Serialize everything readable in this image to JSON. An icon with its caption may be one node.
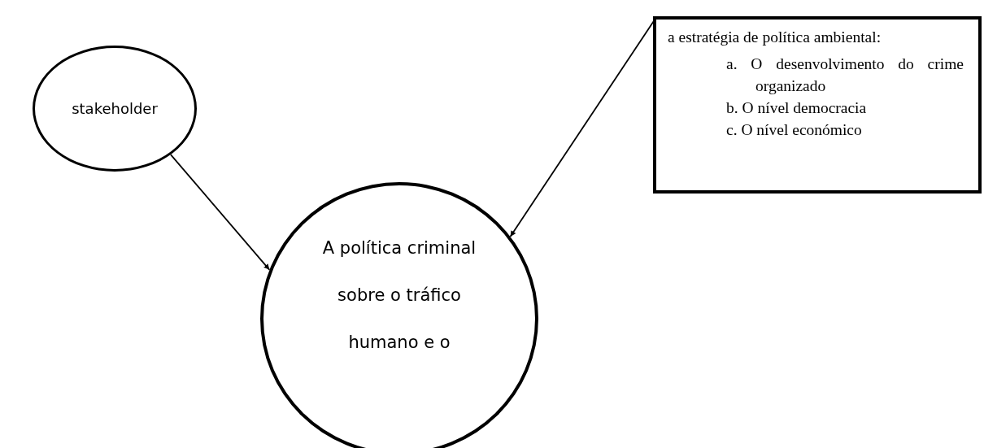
{
  "diagram": {
    "nodes": [
      {
        "text": [
          "stakeholder"
        ]
      },
      {
        "text": [
          "A política criminal sobre o tráfico humano e o"
        ]
      },
      {
        "text": [
          "a estratégia de política ambiental:",
          "a. O desenvolvimento do crime organizado",
          "b. O nível democracia",
          "c. O nível económico"
        ]
      }
    ],
    "edges": [
      {
        "from": 0,
        "to": 1,
        "arrow": "to"
      },
      {
        "from": 2,
        "to": 1,
        "arrow": "to"
      }
    ]
  }
}
